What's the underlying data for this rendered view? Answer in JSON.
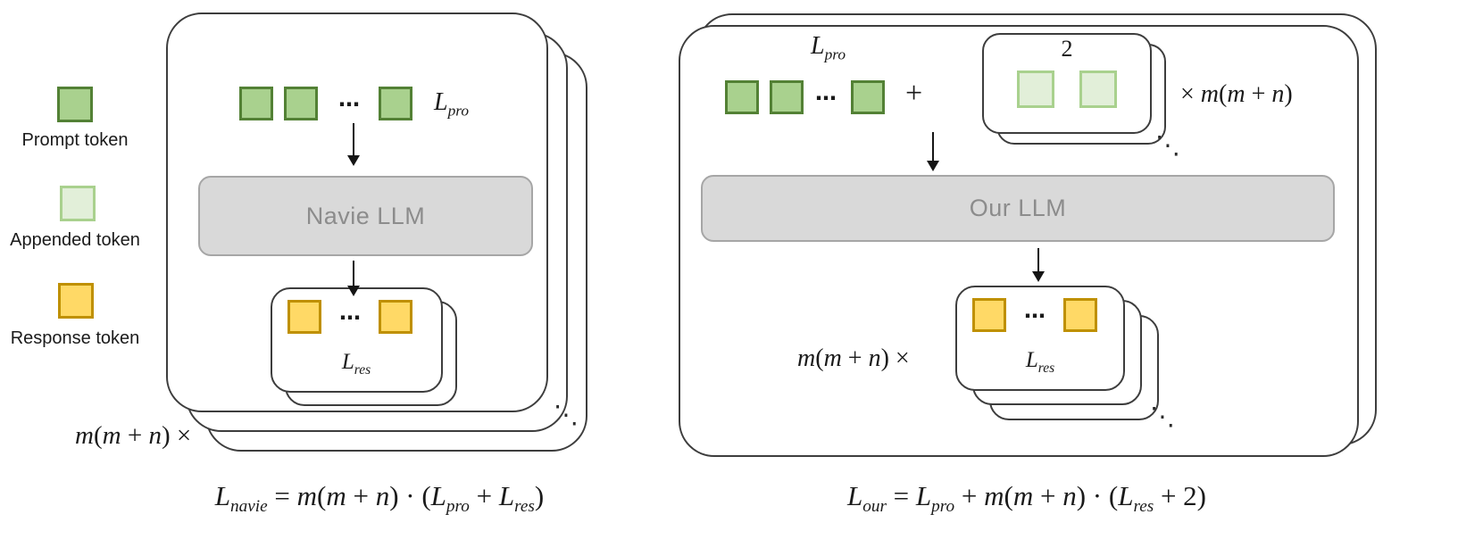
{
  "colors": {
    "prompt_fill": "#a9d18e",
    "prompt_border": "#538135",
    "appended_fill": "#e2efd9",
    "appended_border": "#a9d18e",
    "response_fill": "#ffd966",
    "response_border": "#bf9000",
    "llm_fill": "#d9d9d9",
    "llm_border": "#a6a6a6",
    "llm_text": "#8c8c8c",
    "card_border": "#3d3d3d"
  },
  "legend": {
    "items": [
      {
        "label": "Prompt token"
      },
      {
        "label": "Appended token"
      },
      {
        "label": "Response token"
      }
    ]
  },
  "left": {
    "cdots": "⋯",
    "prompt_length": [
      {
        "t": "L",
        "it": true
      },
      {
        "sub": "pro"
      }
    ],
    "llm_label": "Navie LLM",
    "response_length": [
      {
        "t": "L",
        "it": true
      },
      {
        "sub": "res"
      }
    ],
    "stack_dots": "⋱",
    "multiplier": [
      {
        "t": "m",
        "it": true
      },
      {
        "t": "("
      },
      {
        "t": "m",
        "it": true
      },
      {
        "t": " + "
      },
      {
        "t": "n",
        "it": true
      },
      {
        "t": ") ×"
      }
    ],
    "formula": [
      {
        "t": "L",
        "it": true
      },
      {
        "sub": "navie"
      },
      {
        "t": " = "
      },
      {
        "t": "m",
        "it": true
      },
      {
        "t": "("
      },
      {
        "t": "m",
        "it": true
      },
      {
        "t": " + "
      },
      {
        "t": "n",
        "it": true
      },
      {
        "t": ") · ("
      },
      {
        "t": "L",
        "it": true
      },
      {
        "sub": "pro"
      },
      {
        "t": " + "
      },
      {
        "t": "L",
        "it": true
      },
      {
        "sub": "res"
      },
      {
        "t": ")"
      }
    ]
  },
  "right": {
    "cdots": "⋯",
    "prompt_length": [
      {
        "t": "L",
        "it": true
      },
      {
        "sub": "pro"
      }
    ],
    "plus": "+",
    "appended_count": "2",
    "appended_multiplier": [
      {
        "t": "× "
      },
      {
        "t": "m",
        "it": true
      },
      {
        "t": "("
      },
      {
        "t": "m",
        "it": true
      },
      {
        "t": " + "
      },
      {
        "t": "n",
        "it": true
      },
      {
        "t": ")"
      }
    ],
    "appended_stack_dots": "⋱",
    "llm_label": "Our LLM",
    "response_multiplier": [
      {
        "t": "m",
        "it": true
      },
      {
        "t": "("
      },
      {
        "t": "m",
        "it": true
      },
      {
        "t": " + "
      },
      {
        "t": "n",
        "it": true
      },
      {
        "t": ") ×"
      }
    ],
    "response_length": [
      {
        "t": "L",
        "it": true
      },
      {
        "sub": "res"
      }
    ],
    "stack_dots": "⋱",
    "formula": [
      {
        "t": "L",
        "it": true
      },
      {
        "sub": "our"
      },
      {
        "t": " = "
      },
      {
        "t": "L",
        "it": true
      },
      {
        "sub": "pro"
      },
      {
        "t": " + "
      },
      {
        "t": "m",
        "it": true
      },
      {
        "t": "("
      },
      {
        "t": "m",
        "it": true
      },
      {
        "t": " + "
      },
      {
        "t": "n",
        "it": true
      },
      {
        "t": ") · ("
      },
      {
        "t": "L",
        "it": true
      },
      {
        "sub": "res"
      },
      {
        "t": " + 2)"
      }
    ]
  }
}
